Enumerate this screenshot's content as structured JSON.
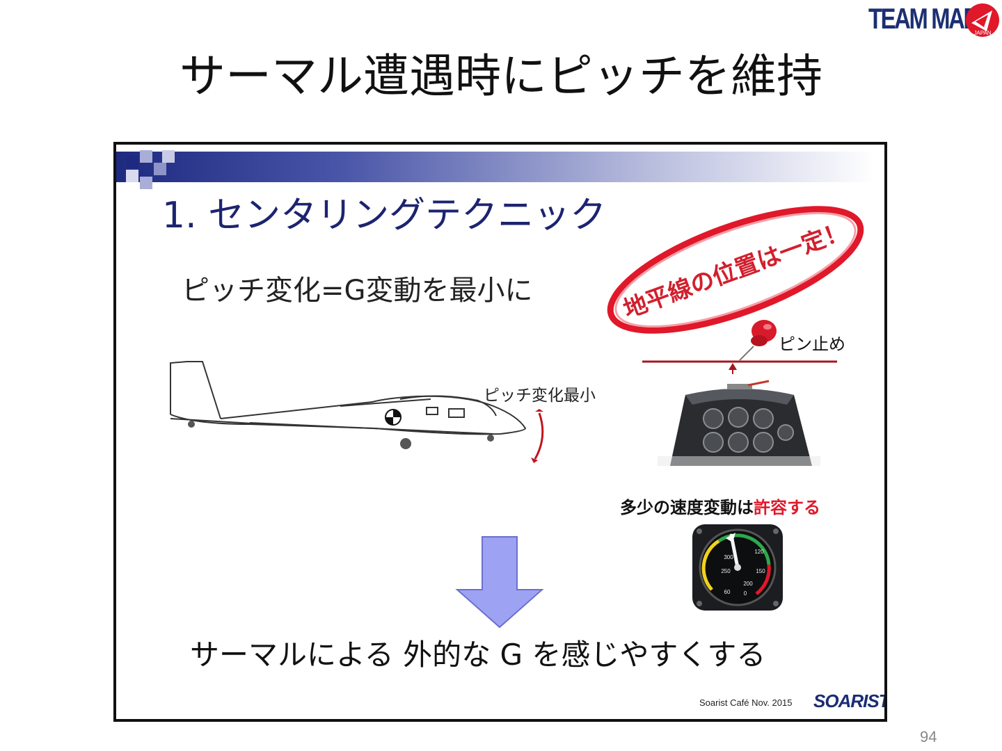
{
  "header": {
    "logo_text": "TEAM MARU",
    "logo_emblem_text": "JAPAN",
    "title": "サーマル遭遇時にピッチを維持"
  },
  "slide": {
    "heading": "1.  センタリングテクニック",
    "subheading": "ピッチ変化=G変動を最小に",
    "stamp_text": "地平線の位置は一定！",
    "pin_label": "ピン止め",
    "pitch_label": "ピッチ変化最小",
    "speed_label_part1": "多少の速度変動は",
    "speed_label_part2": "許容する",
    "bottom_text": "サーマルによる 外的な G を感じやすくする",
    "footer_credit": "Soarist Café  Nov. 2015",
    "footer_logo": "SOARIST"
  },
  "asi": {
    "ticks": [
      "120",
      "150",
      "0",
      "200",
      "250",
      "300",
      "60"
    ]
  },
  "page_number": "94",
  "colors": {
    "title_bar_dark": "#1e2a80",
    "heading_blue": "#1c2470",
    "accent_red": "#e0182a",
    "arrow_fill": "#9da2f2",
    "arrow_stroke": "#6a6fd0"
  },
  "icons": [
    "team-maru-emblem-icon",
    "pushpin-icon",
    "down-arrow-icon",
    "glider-illustration",
    "cockpit-panel-image",
    "airspeed-indicator-image",
    "cg-symbol-icon"
  ]
}
